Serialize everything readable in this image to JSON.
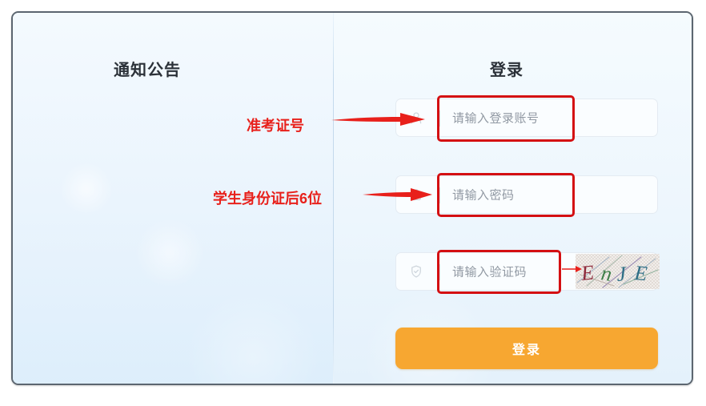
{
  "card": {
    "left_panel": {
      "heading": "通知公告"
    },
    "right_panel": {
      "heading": "登录",
      "fields": [
        {
          "name": "account",
          "placeholder": "请输入登录账号",
          "value": "",
          "icon": "user-icon"
        },
        {
          "name": "password",
          "placeholder": "请输入密码",
          "value": "",
          "icon": "lock-icon"
        },
        {
          "name": "captcha",
          "placeholder": "请输入验证码",
          "value": "",
          "icon": "shield-check-icon"
        }
      ],
      "captcha_image": {
        "text": "EnJE",
        "characters": [
          "E",
          "n",
          "J",
          "E"
        ],
        "char_colors": [
          "#8e2a3c",
          "#3f7f4a",
          "#2f6f86",
          "#2f6f86"
        ]
      },
      "submit_button": {
        "label": "登录"
      }
    }
  },
  "annotations": [
    {
      "label": "准考证号",
      "target": "account-field"
    },
    {
      "label": "学生身份证后6位",
      "target": "password-field"
    }
  ],
  "colors": {
    "accent_orange": "#f7a731",
    "annotation_red": "#e8201b",
    "highlight_red": "#d40f12",
    "panel_blue": "#eaf4fc",
    "card_border": "#5c6670",
    "placeholder_gray": "#9199a3",
    "heading_dark": "#2b3138"
  }
}
